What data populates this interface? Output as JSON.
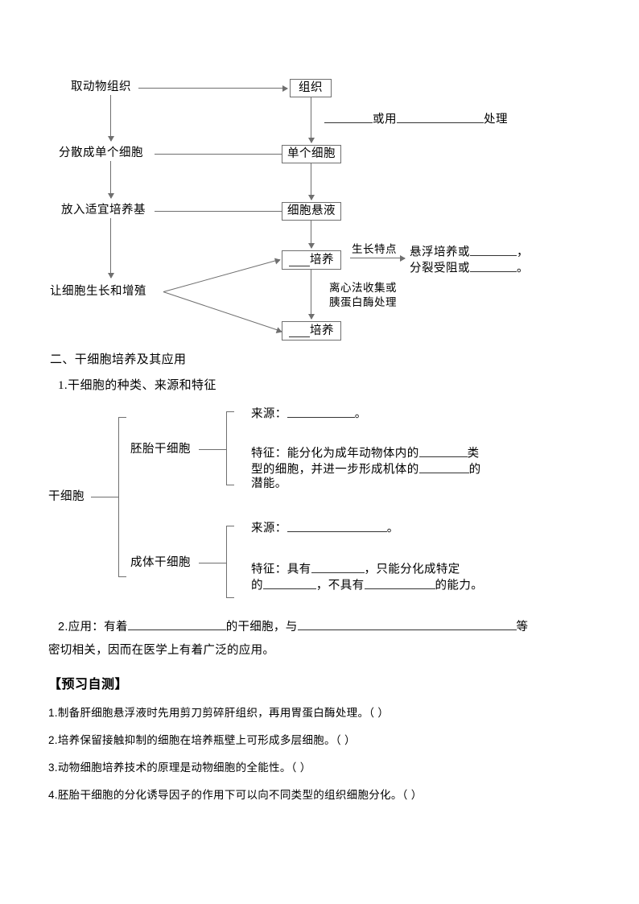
{
  "flowchart": {
    "left_steps": [
      "取动物组织",
      "分散成单个细胞",
      "放入适宜培养基",
      "让细胞生长和增殖"
    ],
    "boxes": {
      "tissue": "组织",
      "single_cell": "单个细胞",
      "cell_suspension": "细胞悬液",
      "culture_primary": "培养",
      "culture_secondary": "培养"
    },
    "treatment_line": {
      "middle": "或用",
      "end": "处理"
    },
    "growth_arrow_label": "生长特点",
    "growth_notes": [
      "悬浮培养或",
      "，",
      "分裂受阻或",
      "。"
    ],
    "growth_note_line1_prefix": "悬浮培养或",
    "growth_note_line1_suffix": "，",
    "growth_note_line2_prefix": "分裂受阻或",
    "growth_note_line2_suffix": "。",
    "transfer_note_line1": "离心法收集或",
    "transfer_note_line2": "胰蛋白酶处理"
  },
  "section": {
    "heading": "二、干细胞培养及其应用",
    "sub_heading": "1.干细胞的种类、来源和特征"
  },
  "tree": {
    "root": "干细胞",
    "branch1": {
      "label": "胚胎干细胞",
      "source_prefix": "来源：",
      "source_suffix": "。",
      "feature_line1_a": "特征：能分化为成年动物体内的",
      "feature_line1_b": "类",
      "feature_line2_a": "型的细胞，并进一步形成机体的",
      "feature_line2_b": "的",
      "feature_line3": "潜能。"
    },
    "branch2": {
      "label": "成体干细胞",
      "source_prefix": "来源：",
      "source_suffix": "。",
      "feature_line1_a": "特征：具有",
      "feature_line1_b": "，只能分化成特定",
      "feature_line2_a": "的",
      "feature_line2_b": "，不具有",
      "feature_line2_c": "的能力。"
    }
  },
  "application": {
    "lead": "2.应用：有着",
    "mid": "的干细胞，与",
    "tail": "等",
    "line2": "密切相关，因而在医学上有着广泛的应用。"
  },
  "selftest": {
    "title": "【预习自测】",
    "questions": [
      "1.制备肝细胞悬浮液时先用剪刀剪碎肝组织，再用胃蛋白酶处理。（        ）",
      "2.培养保留接触抑制的细胞在培养瓶壁上可形成多层细胞。（        ）",
      "3.动物细胞培养技术的原理是动物细胞的全能性。（        ）",
      "4.胚胎干细胞的分化诱导因子的作用下可以向不同类型的组织细胞分化。（        ）"
    ]
  }
}
